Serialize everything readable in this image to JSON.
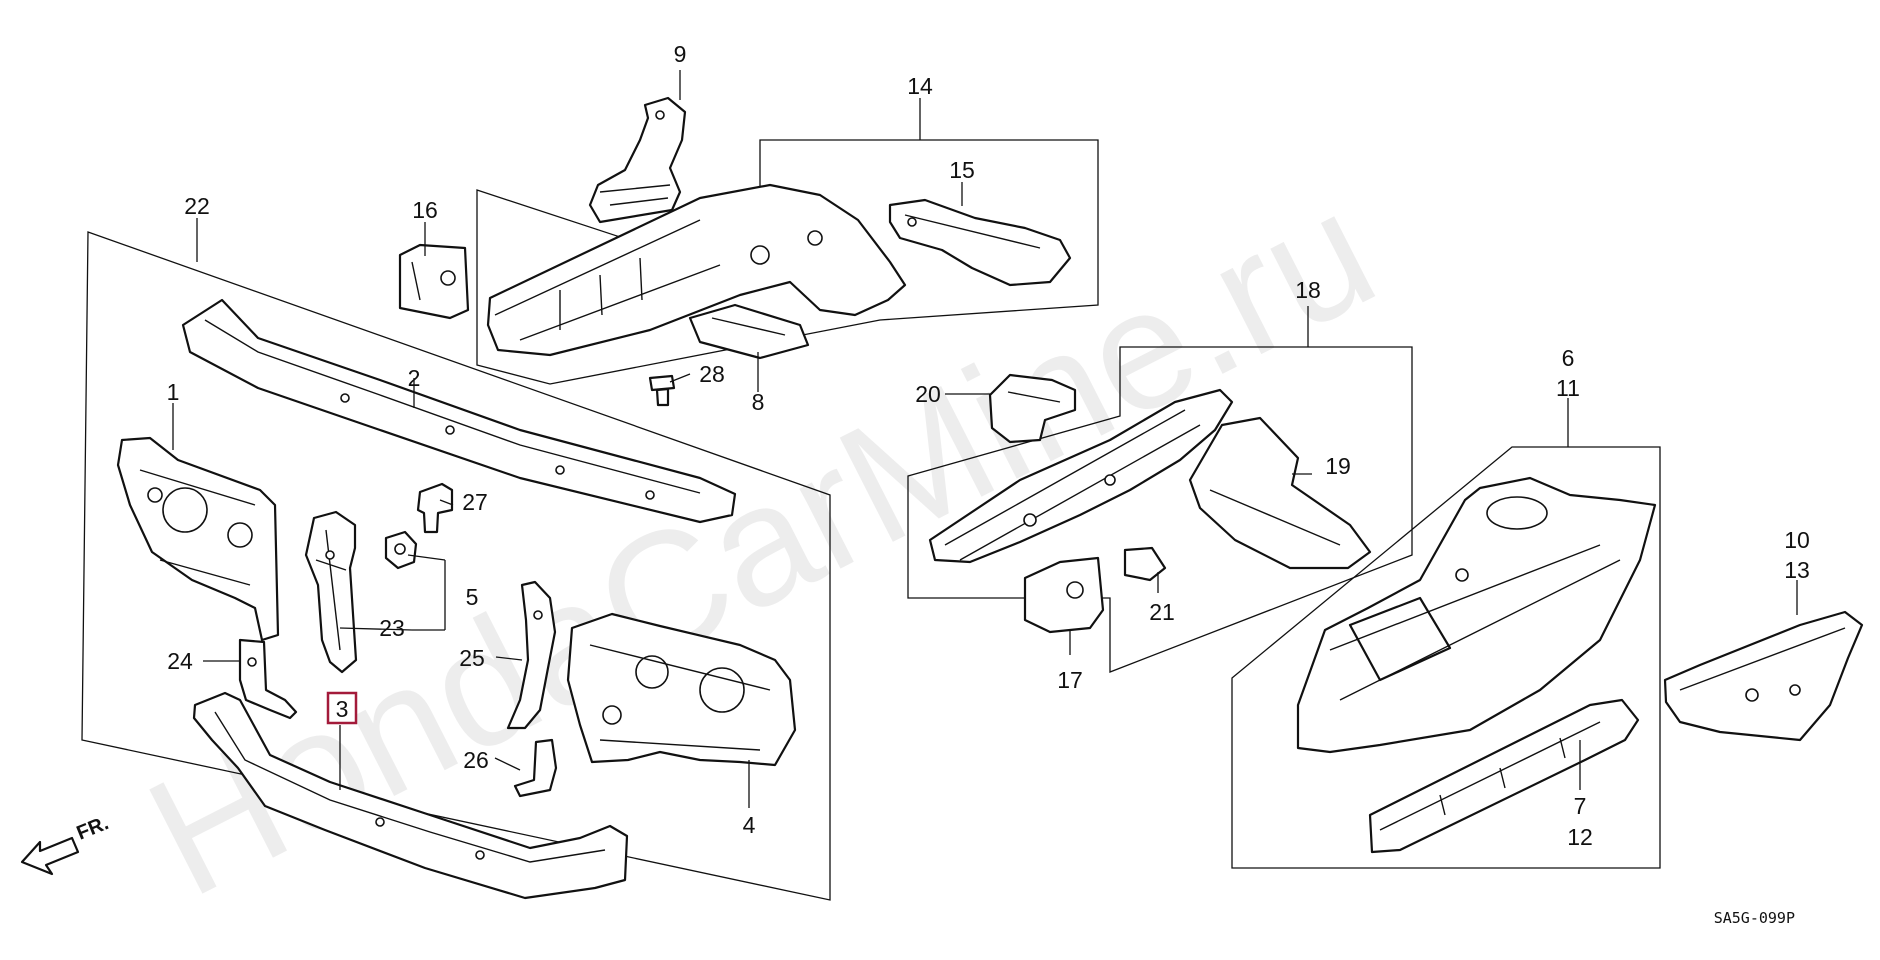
{
  "watermark": "HondaCarMine.ru",
  "diagram_code": "SA5G-099P",
  "direction_label": "FR.",
  "highlight_color": "#a31a3a",
  "highlighted_part": "3",
  "callouts": {
    "c1": "1",
    "c2": "2",
    "c3": "3",
    "c4": "4",
    "c5": "5",
    "c6": "6",
    "c7": "7",
    "c8": "8",
    "c9": "9",
    "c10": "10",
    "c11": "11",
    "c12": "12",
    "c13": "13",
    "c14": "14",
    "c15": "15",
    "c16": "16",
    "c17": "17",
    "c18": "18",
    "c19": "19",
    "c20": "20",
    "c21": "21",
    "c22": "22",
    "c23": "23",
    "c24": "24",
    "c25": "25",
    "c26": "26",
    "c27": "27",
    "c28": "28"
  }
}
